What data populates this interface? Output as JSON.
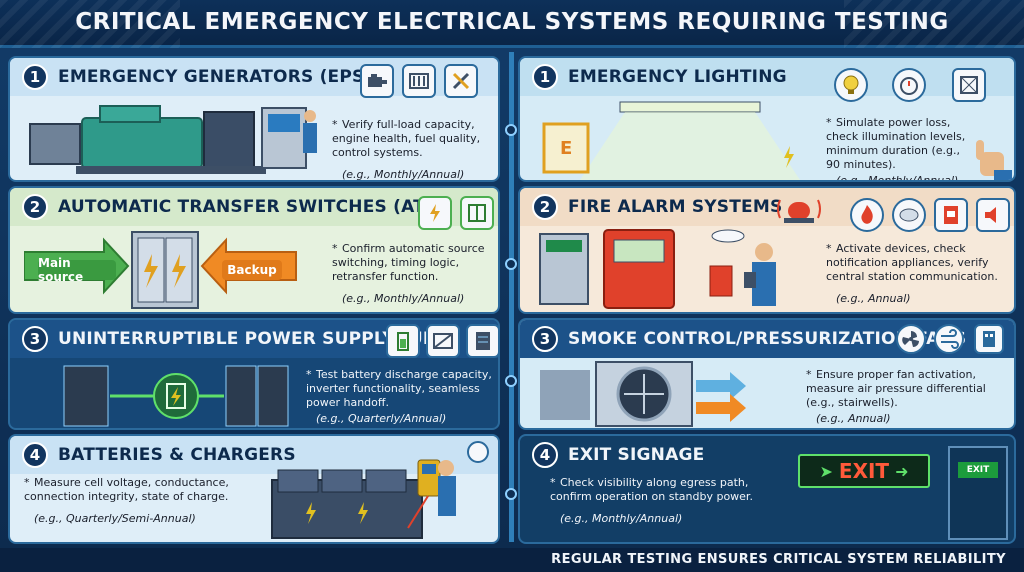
{
  "title": "CRITICAL EMERGENCY ELECTRICAL SYSTEMS REQUIRING TESTING",
  "footer": "REGULAR TESTING ENSURES CRITICAL SYSTEM RELIABILITY",
  "left": [
    {
      "number": "1",
      "title": "EMERGENCY GENERATORS (EPSS)",
      "description": "Verify full-load capacity, engine health, fuel quality, control systems.",
      "frequency": "(e.g., Monthly/Annual)"
    },
    {
      "number": "2",
      "title": "AUTOMATIC TRANSFER SWITCHES (ATS)",
      "description": "Confirm automatic source switching, timing logic, retransfer function.",
      "frequency": "(e.g., Monthly/Annual)",
      "main_source_label": "Main source",
      "backup_label": "Backup"
    },
    {
      "number": "3",
      "title": "UNINTERRUPTIBLE POWER SUPPLY (UPS)",
      "description": "Test battery discharge capacity, inverter functionality, seamless power handoff.",
      "frequency": "(e.g., Quarterly/Annual)"
    },
    {
      "number": "4",
      "title": "BATTERIES & CHARGERS",
      "description": "Measure cell voltage, conductance, connection integrity, state of charge.",
      "frequency": "(e.g., Quarterly/Semi-Annual)"
    }
  ],
  "right": [
    {
      "number": "1",
      "title": "EMERGENCY LIGHTING",
      "description": "Simulate power loss, check illumination levels, minimum duration (e.g., 90 minutes).",
      "frequency": "(e.g., Monthly/Annual)"
    },
    {
      "number": "2",
      "title": "FIRE ALARM SYSTEMS",
      "description": "Activate devices, check notification appliances, verify central station communication.",
      "frequency": "(e.g., Annual)"
    },
    {
      "number": "3",
      "title": "SMOKE CONTROL/PRESSURIZATION FANS",
      "description": "Ensure proper fan activation, measure air pressure differential (e.g., stairwells).",
      "frequency": "(e.g., Annual)"
    },
    {
      "number": "4",
      "title": "EXIT SIGNAGE",
      "description": "Check visibility along egress path, confirm operation on standby power.",
      "frequency": "(e.g., Monthly/Annual)",
      "exit_sign_text": "EXIT",
      "small_exit_text": "EXIT"
    }
  ],
  "colors": {
    "navy": "#0d2a4d",
    "accent_blue": "#2f7fb9",
    "green": "#4caf50",
    "orange": "#f08a24",
    "red": "#e0412b",
    "exit_green": "#1c9c3c"
  }
}
